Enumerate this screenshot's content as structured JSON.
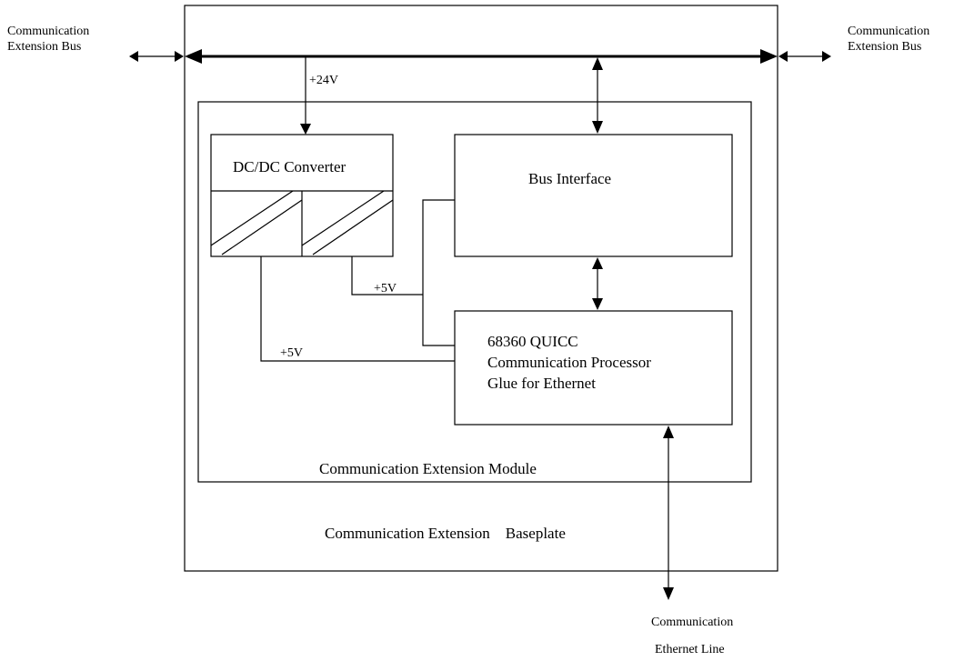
{
  "labels": {
    "comm_bus_left_1": "Communication",
    "comm_bus_left_2": "Extension Bus",
    "comm_bus_right_1": "Communication",
    "comm_bus_right_2": "Extension Bus",
    "v24": "+24V",
    "dcdc": "DC/DC Converter",
    "bus_interface": "Bus Interface",
    "v5_upper": "+5V",
    "v5_lower": "+5V",
    "proc_1": "68360 QUICC",
    "proc_2": "Communication Processor",
    "proc_3": "Glue for  Ethernet",
    "module": "Communication Extension Module",
    "baseplate": "Communication Extension    Baseplate",
    "eth_1": "Communication",
    "eth_2": "Ethernet Line"
  }
}
